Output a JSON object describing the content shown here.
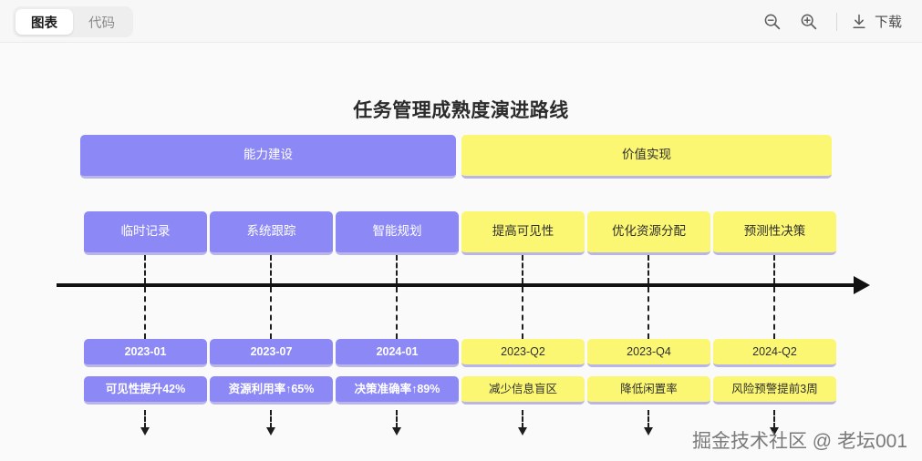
{
  "toolbar": {
    "tabs": [
      {
        "label": "图表",
        "active": true
      },
      {
        "label": "代码",
        "active": false
      }
    ],
    "zoom_out_icon": "zoom-out-icon",
    "zoom_in_icon": "zoom-in-icon",
    "download_icon": "download-icon",
    "download_label": "下载"
  },
  "chart_data": {
    "type": "timeline",
    "title": "任务管理成熟度演进路线",
    "colors": {
      "phase_a": "#8c88f5",
      "phase_b": "#fbf773",
      "axis": "#111111",
      "shadow": "#b9b5e8"
    },
    "phases": [
      {
        "label": "能力建设",
        "color": "#8c88f5",
        "text_color": "#ffffff"
      },
      {
        "label": "价值实现",
        "color": "#fbf773",
        "text_color": "#2f2f2f"
      }
    ],
    "milestones": [
      {
        "stage": "临时记录",
        "date": "2023-01",
        "metric": "可见性提升42%",
        "phase": 0
      },
      {
        "stage": "系统跟踪",
        "date": "2023-07",
        "metric": "资源利用率↑65%",
        "phase": 0
      },
      {
        "stage": "智能规划",
        "date": "2024-01",
        "metric": "决策准确率↑89%",
        "phase": 0
      },
      {
        "stage": "提高可见性",
        "date": "2023-Q2",
        "metric": "减少信息盲区",
        "phase": 1
      },
      {
        "stage": "优化资源分配",
        "date": "2023-Q4",
        "metric": "降低闲置率",
        "phase": 1
      },
      {
        "stage": "预测性决策",
        "date": "2024-Q2",
        "metric": "风险预警提前3周",
        "phase": 1
      }
    ]
  },
  "watermark": "掘金技术社区 @ 老坛001"
}
